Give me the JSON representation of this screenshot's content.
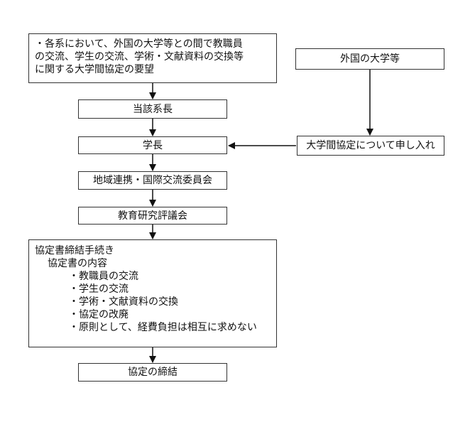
{
  "request_box": {
    "lines": [
      "・各系において、外国の大学等との間で教職員",
      "の交流、学生の交流、学術・文献資料の交換等",
      "に関する大学間協定の要望"
    ]
  },
  "foreign_univ": "外国の大学等",
  "dept_head": "当該系長",
  "president": "学長",
  "proposal": "大学間協定について申し入れ",
  "committee": "地域連携・国際交流委員会",
  "council": "教育研究評議会",
  "procedure_box": {
    "title": "協定書締結手続き",
    "subtitle": "協定書の内容",
    "items": [
      "・教職員の交流",
      "・学生の交流",
      "・学術・文献資料の交換",
      "・協定の改廃",
      "・原則として、経費負担は相互に求めない"
    ]
  },
  "conclusion": "協定の締結"
}
